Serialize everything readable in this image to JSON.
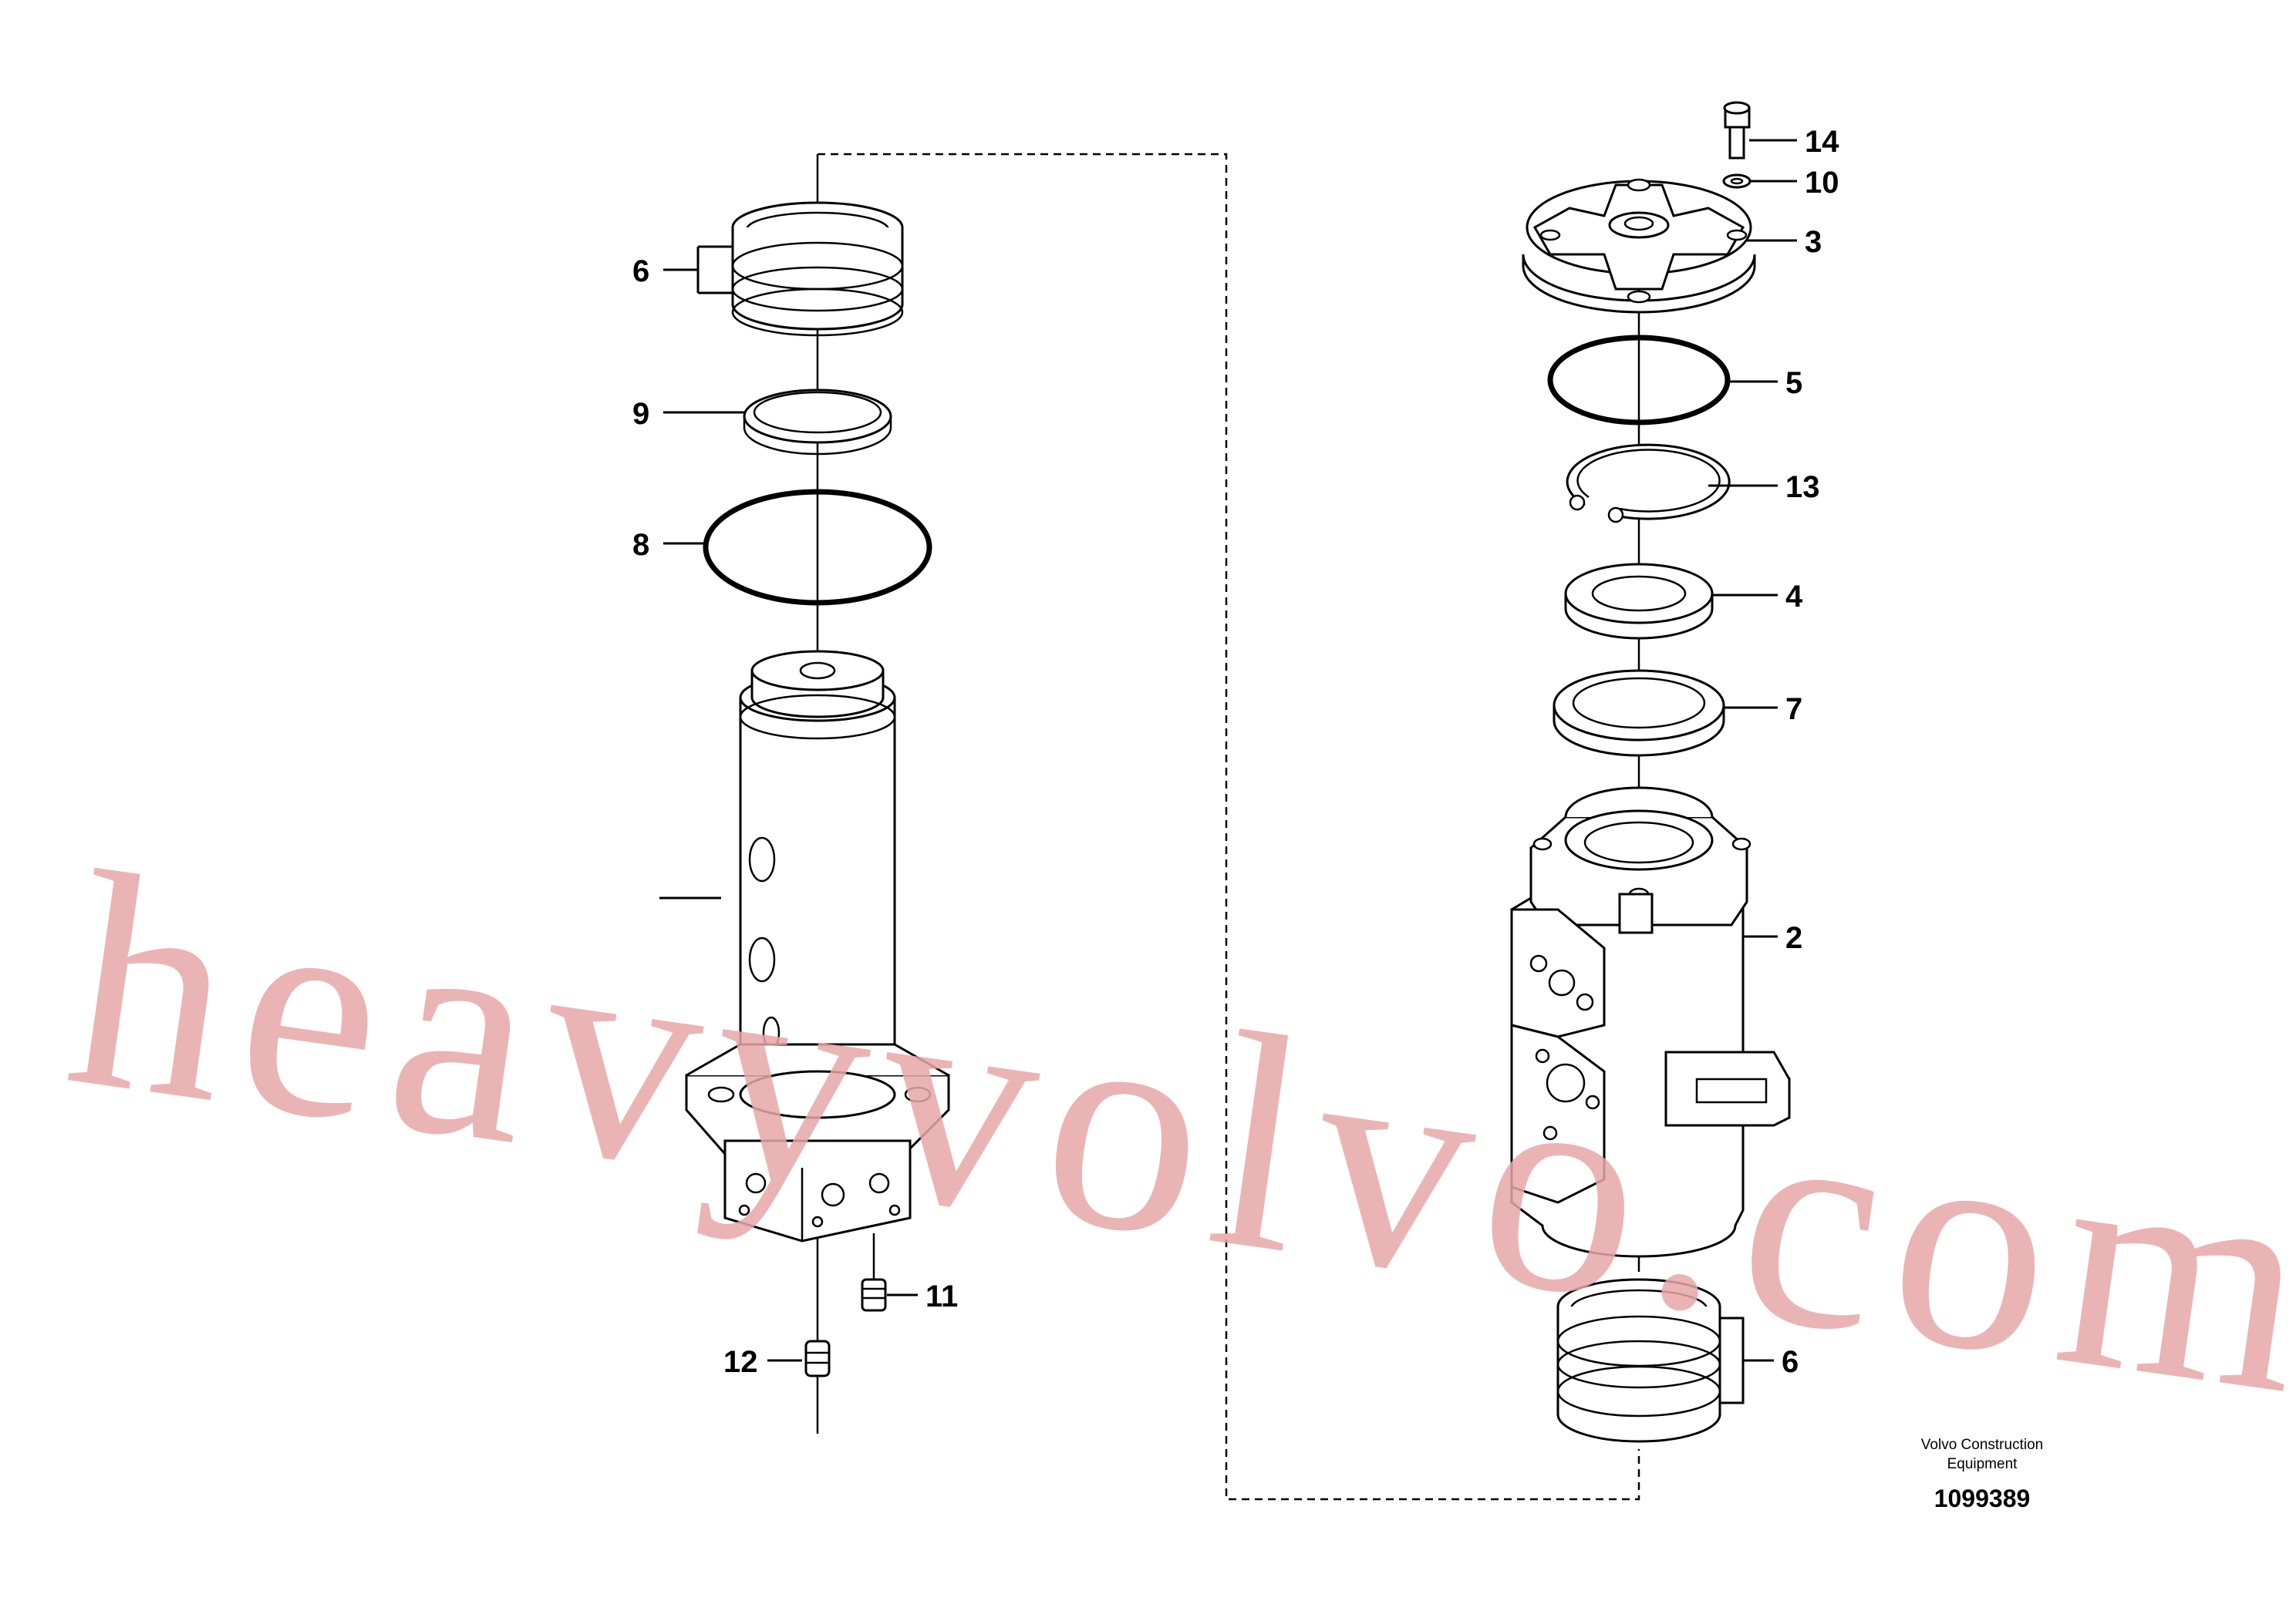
{
  "callouts": {
    "left_6": "6",
    "left_9": "9",
    "left_8": "8",
    "left_11": "11",
    "left_12": "12",
    "right_14": "14",
    "right_10": "10",
    "right_3": "3",
    "right_5": "5",
    "right_13": "13",
    "right_4": "4",
    "right_7": "7",
    "right_2": "2",
    "right_6": "6"
  },
  "caption": {
    "line1": "Volvo Construction",
    "line2": "Equipment",
    "drawing_number": "1099389"
  },
  "watermark": {
    "text": "heavyvolvo.com",
    "color": "#e8a8a8"
  }
}
